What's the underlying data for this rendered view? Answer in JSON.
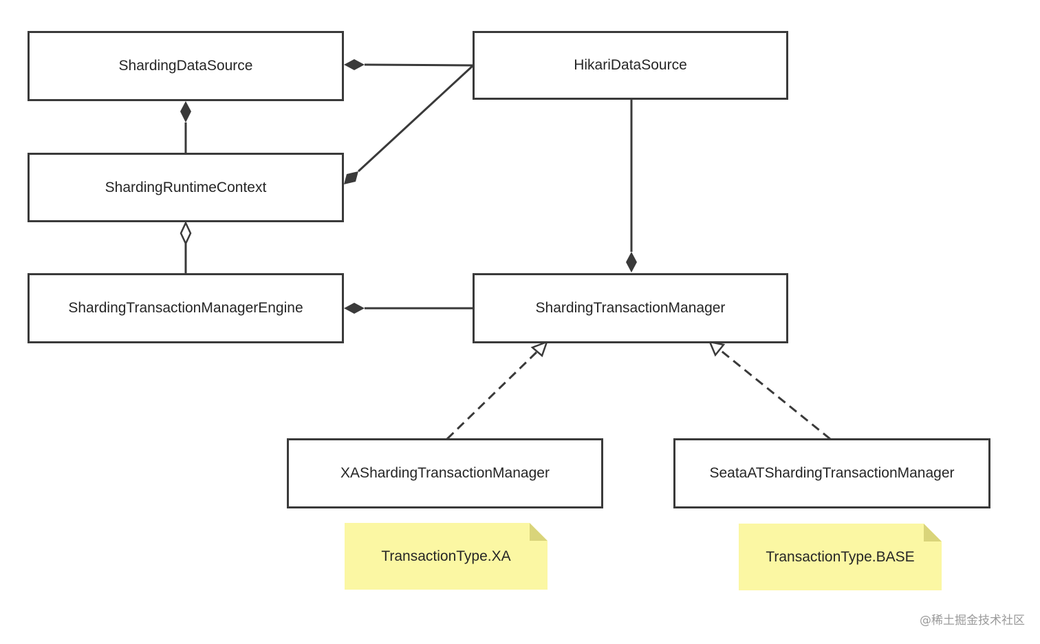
{
  "diagram": {
    "classes": {
      "sharding_data_source": "ShardingDataSource",
      "hikari_data_source": "HikariDataSource",
      "sharding_runtime_context": "ShardingRuntimeContext",
      "sharding_transaction_manager_engine": "ShardingTransactionManagerEngine",
      "sharding_transaction_manager": "ShardingTransactionManager",
      "xa_sharding_transaction_manager": "XAShardingTransactionManager",
      "seata_at_sharding_transaction_manager": "SeataATShardingTransactionManager"
    },
    "notes": {
      "xa": "TransactionType.XA",
      "base": "TransactionType.BASE"
    },
    "relationships": [
      {
        "from": "HikariDataSource",
        "to": "ShardingDataSource",
        "type": "composition"
      },
      {
        "from": "HikariDataSource",
        "to": "ShardingRuntimeContext",
        "type": "composition"
      },
      {
        "from": "ShardingRuntimeContext",
        "to": "ShardingDataSource",
        "type": "composition"
      },
      {
        "from": "ShardingTransactionManagerEngine",
        "to": "ShardingRuntimeContext",
        "type": "aggregation"
      },
      {
        "from": "ShardingTransactionManager",
        "to": "ShardingTransactionManagerEngine",
        "type": "composition"
      },
      {
        "from": "HikariDataSource",
        "to": "ShardingTransactionManager",
        "type": "composition"
      },
      {
        "from": "XAShardingTransactionManager",
        "to": "ShardingTransactionManager",
        "type": "realization"
      },
      {
        "from": "SeataATShardingTransactionManager",
        "to": "ShardingTransactionManager",
        "type": "realization"
      }
    ],
    "colors": {
      "line": "#3a3a3a",
      "note_fill": "#fbf7a3",
      "note_fold": "#d9d47a"
    }
  },
  "watermark": "@稀土掘金技术社区"
}
